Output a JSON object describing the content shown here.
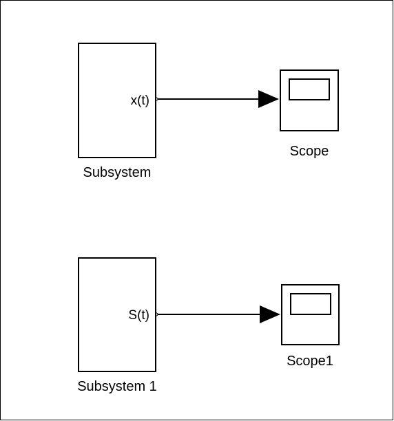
{
  "diagram": {
    "blocks": [
      {
        "name": "Subsystem",
        "type": "subsystem",
        "output_port_label": "x(t)"
      },
      {
        "name": "Scope",
        "type": "scope"
      },
      {
        "name": "Subsystem 1",
        "type": "subsystem",
        "output_port_label": "S(t)"
      },
      {
        "name": "Scope1",
        "type": "scope"
      }
    ],
    "connections": [
      {
        "from": "Subsystem",
        "from_port": "x(t)",
        "to": "Scope"
      },
      {
        "from": "Subsystem 1",
        "from_port": "S(t)",
        "to": "Scope1"
      }
    ]
  }
}
